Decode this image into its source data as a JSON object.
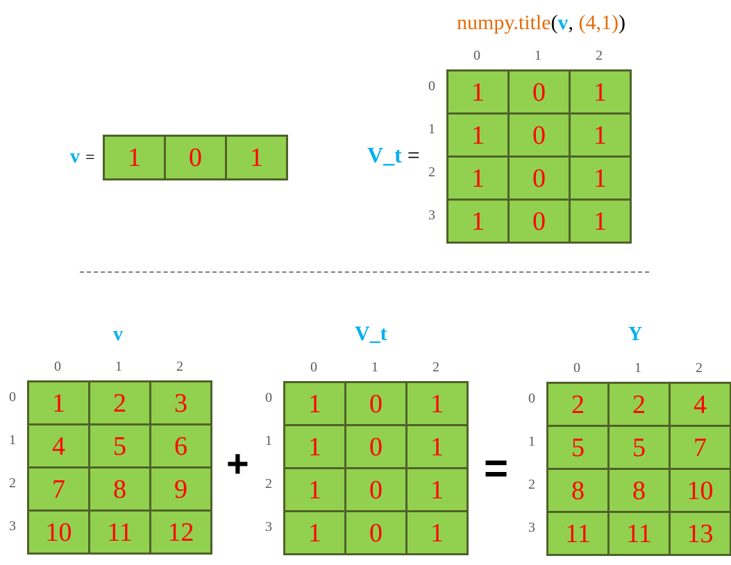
{
  "title": {
    "func": "numpy.title",
    "open_paren": "(",
    "var": "v",
    "comma": ",",
    "args": "(4,1)",
    "close_paren": ")"
  },
  "v_label": "v",
  "vt_label": "V_t",
  "equals_sign": "=",
  "v_row": [
    "1",
    "0",
    "1"
  ],
  "vt_matrix": [
    [
      "1",
      "0",
      "1"
    ],
    [
      "1",
      "0",
      "1"
    ],
    [
      "1",
      "0",
      "1"
    ],
    [
      "1",
      "0",
      "1"
    ]
  ],
  "col_indices": [
    "0",
    "1",
    "2"
  ],
  "row_indices": [
    "0",
    "1",
    "2",
    "3"
  ],
  "bottom": {
    "m1_title": "v",
    "m2_title": "V_t",
    "m3_title": "Y",
    "plus": "+",
    "eq": "=",
    "m1": [
      [
        "1",
        "2",
        "3"
      ],
      [
        "4",
        "5",
        "6"
      ],
      [
        "7",
        "8",
        "9"
      ],
      [
        "10",
        "11",
        "12"
      ]
    ],
    "m2": [
      [
        "1",
        "0",
        "1"
      ],
      [
        "1",
        "0",
        "1"
      ],
      [
        "1",
        "0",
        "1"
      ],
      [
        "1",
        "0",
        "1"
      ]
    ],
    "m3": [
      [
        "2",
        "2",
        "4"
      ],
      [
        "5",
        "5",
        "7"
      ],
      [
        "8",
        "8",
        "10"
      ],
      [
        "11",
        "11",
        "13"
      ]
    ]
  },
  "colors": {
    "cell_fill": "#92D050",
    "cell_border": "#4F6228",
    "value_text": "#FF0000",
    "var_label": "#00B0F0",
    "title_text": "#E36C09",
    "index_text": "#595959"
  }
}
